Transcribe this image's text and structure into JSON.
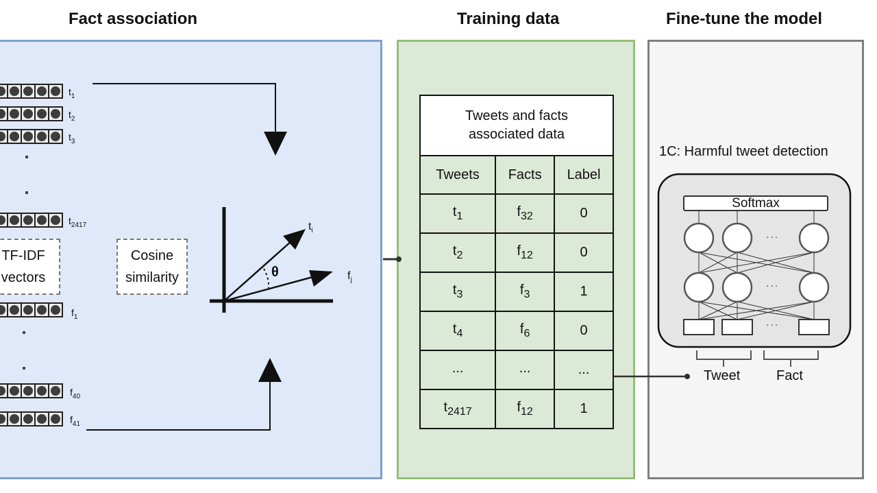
{
  "sections": {
    "fact_association": {
      "title": "Fact association",
      "tweet_vectors": [
        {
          "name": "t",
          "sub": "1"
        },
        {
          "name": "t",
          "sub": "2"
        },
        {
          "name": "t",
          "sub": "3"
        },
        {
          "name": "t",
          "sub": "2417"
        }
      ],
      "fact_vectors": [
        {
          "name": "f",
          "sub": "1"
        },
        {
          "name": "f",
          "sub": "40"
        },
        {
          "name": "f",
          "sub": "41"
        }
      ],
      "tfidf_label_line1": "TF-IDF",
      "tfidf_label_line2": "vectors",
      "cosine_label_line1": "Cosine",
      "cosine_label_line2": "similarity",
      "vector_plot": {
        "vector_a": {
          "name": "t",
          "sub": "i"
        },
        "vector_b": {
          "name": "f",
          "sub": "j"
        },
        "angle_label": "θ"
      }
    },
    "training_data": {
      "title": "Training data",
      "table": {
        "caption_line1": "Tweets and facts",
        "caption_line2": "associated data",
        "headers": [
          "Tweets",
          "Facts",
          "Label"
        ],
        "rows": [
          {
            "tweet": "t",
            "tweet_sub": "1",
            "fact": "f",
            "fact_sub": "32",
            "label": "0"
          },
          {
            "tweet": "t",
            "tweet_sub": "2",
            "fact": "f",
            "fact_sub": "12",
            "label": "0"
          },
          {
            "tweet": "t",
            "tweet_sub": "3",
            "fact": "f",
            "fact_sub": "3",
            "label": "1"
          },
          {
            "tweet": "t",
            "tweet_sub": "4",
            "fact": "f",
            "fact_sub": "6",
            "label": "0"
          },
          {
            "tweet": "...",
            "tweet_sub": "",
            "fact": "...",
            "fact_sub": "",
            "label": "..."
          },
          {
            "tweet": "t",
            "tweet_sub": "2417",
            "fact": "f",
            "fact_sub": "12",
            "label": "1"
          }
        ]
      }
    },
    "fine_tune": {
      "title": "Fine-tune the model",
      "subtitle": "1C: Harmful tweet detection",
      "softmax_label": "Softmax",
      "ellipsis": "...",
      "input_groups": [
        "Tweet",
        "Fact"
      ]
    }
  },
  "colors": {
    "fact_panel_bg": "#dfe9f9",
    "fact_panel_border": "#7e9fcd",
    "train_panel_bg": "#dbe9d6",
    "train_panel_border": "#93bf78",
    "model_panel_bg": "#f5f5f5",
    "model_panel_border": "#7f7f7f"
  }
}
